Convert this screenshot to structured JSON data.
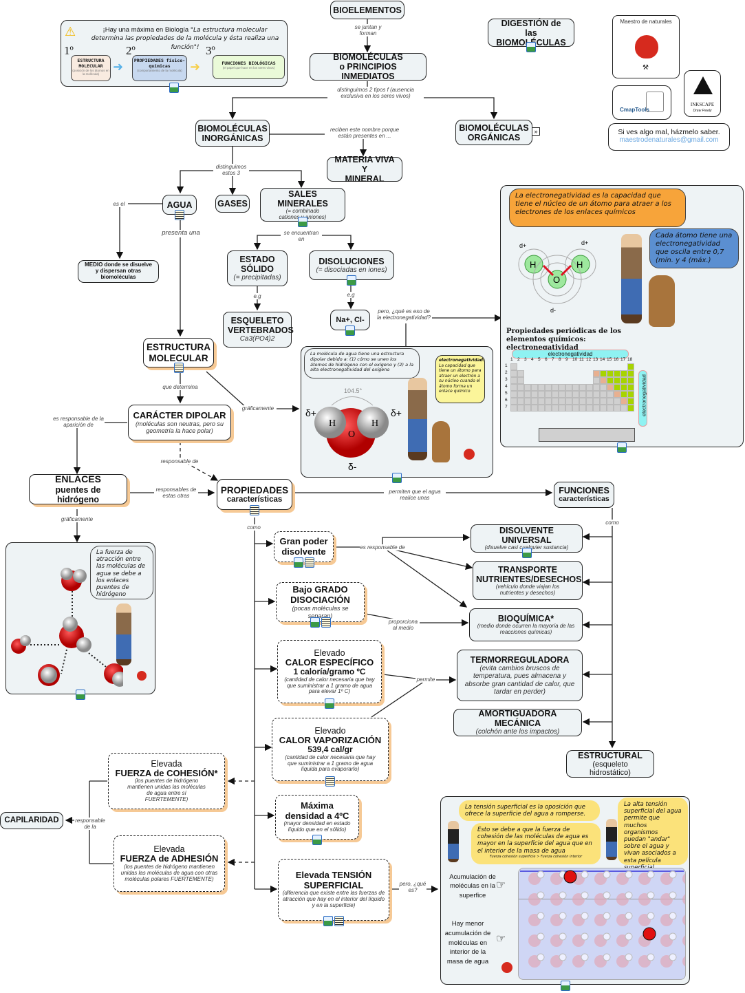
{
  "header_note": {
    "intro": "¡Hay una máxima en Biología",
    "quote": "\"La estructura molecular determina las propiedades de la molécula y ésta realiza una función\"!",
    "steps": [
      {
        "ordinal": "1º",
        "title": "ESTRUCTURA MOLECULAR",
        "note": "(posición de los átomos en la molécula)"
      },
      {
        "ordinal": "2º",
        "title": "PROPIEDADES físico-químicas",
        "note": "(comportamiento de la molécula)"
      },
      {
        "ordinal": "3º",
        "title": "FUNCIONES BIOLÓGICAS",
        "note": "(el papel que hace en los seres vivos)"
      }
    ]
  },
  "nodes": {
    "bioelementos": "BIOELEMENTOS",
    "biomoleculas": [
      "BIOMOLÉCULAS",
      "o PRINCIPIOS INMEDIATOS"
    ],
    "digestion": [
      "DIGESTIÓN de",
      "las BIOMOLÉCULAS"
    ],
    "inorganicas": [
      "BIOMOLÉCULAS",
      "INORGÁNICAS"
    ],
    "organicas": [
      "BIOMOLÉCULAS",
      "ORGÁNICAS"
    ],
    "materia": [
      "MATERIA VIVA Y",
      "MINERAL"
    ],
    "agua": "AGUA",
    "gases": "GASES",
    "sales": {
      "title": "SALES MINERALES",
      "sub": "(= combinado cationes y aniones)"
    },
    "medio": "MEDIO donde se disuelve y dispersan otras biomoléculas",
    "solido": {
      "title": "ESTADO SÓLIDO",
      "sub": "(= precipitadas)"
    },
    "disoluciones": {
      "title": "DISOLUCIONES",
      "sub": "(= disociadas en iones)"
    },
    "esqueleto": {
      "title": "ESQUELETO VERTEBRADOS",
      "sub": "Ca3(PO4)2"
    },
    "nacl": "Na+, Cl-",
    "estructura": [
      "ESTRUCTURA",
      "MOLECULAR"
    ],
    "dipolar": {
      "title": "CARÁCTER DIPOLAR",
      "sub": "(moléculas son neutras, pero su geometría la hace polar)"
    },
    "enlaces": {
      "title": "ENLACES",
      "sub": "puentes de hidrógeno"
    },
    "propiedades": {
      "title": "PROPIEDADES",
      "sub": "características"
    },
    "funciones": {
      "title": "FUNCIONES",
      "sub": "características"
    },
    "disolvente_poder": [
      "Gran poder",
      "disolvente"
    ],
    "disociacion": {
      "title1": "Bajo GRADO",
      "title2": "DISOCIACIÓN",
      "sub": "(pocas moléculas se separan)"
    },
    "calor_esp": {
      "pre": "Elevado",
      "title": "CALOR ESPECÍFICO",
      "value": "1 caloría/gramo ºC",
      "sub": "(cantidad de calor necesaria que hay que suministrar a 1 gramo de agua para elevar 1º C)"
    },
    "calor_vap": {
      "pre": "Elevado",
      "title": "CALOR VAPORIZACIÓN",
      "value": "539,4 cal/gr",
      "sub": "(cantidad de calor necesaria que hay que suministrar a 1 gramo de agua líquida para evaporarlo)"
    },
    "densidad": {
      "title1": "Máxima",
      "title2": "densidad a 4ºC",
      "sub": "(mayor densidad en estado líquido que en el sólido)"
    },
    "tension": {
      "title1": "Elevada TENSIÓN",
      "title2": "SUPERFICIAL",
      "sub": "(diferencia que existe entre las fuerzas de atracción que hay en el interior del líquido y en la superficie)"
    },
    "cohesion": {
      "pre": "Elevada",
      "title": "FUERZA de COHESIÓN*",
      "sub": "(los puentes de hidrógeno mantienen unidas las moléculas de agua entre sí FUERTEMENTE)"
    },
    "adhesion": {
      "pre": "Elevada",
      "title": "FUERZA de ADHESIÓN",
      "sub": "(los puentes de hidrógeno mantienen unidas las moléculas de agua con otras moléculas polares FUERTEMENTE)"
    },
    "capilaridad": "CAPILARIDAD",
    "disolvente_univ": {
      "title": "DISOLVENTE UNIVERSAL",
      "sub": "(disuelve casi cualquier sustancia)"
    },
    "transporte": {
      "title": "TRANSPORTE NUTRIENTES/DESECHOS",
      "sub": "(vehículo donde viajan los nutrientes y desechos)"
    },
    "bioquimica": {
      "title": "BIOQUÍMICA*",
      "sub": "(medio donde ocurren la mayoría de las reacciones químicas)"
    },
    "termo": {
      "title": "TERMORREGULADORA",
      "sub": "(evita cambios bruscos de temperatura, pues almacena y absorbe gran cantidad de calor, que tardar en perder)"
    },
    "amortiguadora": {
      "title": "AMORTIGUADORA MECÁNICA",
      "sub": "(colchón ante los impactos)"
    },
    "estructural": {
      "title": "ESTRUCTURAL",
      "sub": "(esqueleto hidrostático)"
    }
  },
  "links": {
    "se_juntan": "se juntan y forman",
    "distinguimos2": "distinguimos 2 tipos f (ausencia exclusiva en los seres vivos)",
    "reciben": "reciben este nombre porque están presentes en ...",
    "distinguimos3": "distinguimos estos 3",
    "es_el": "es el",
    "presenta": "presenta una",
    "se_encuentran": "se encuentran en",
    "eg1": "e.g",
    "eg2": "e.g",
    "pero_eso": "pero, ¿qué es eso de la electronegatividad?",
    "que_determina": "que determina",
    "graficamente1": "gráficamente",
    "es_responsable_aparicion": "es responsable de la aparición de",
    "responsable_de": "responsable de",
    "responsables_otras": "responsables de estas otras",
    "graficamente2": "gráficamente",
    "permiten": "permiten que el agua realice unas",
    "como1": "como",
    "como2": "como",
    "es_responsable_de": "es responsable de",
    "proporciona": "proporciona al medio",
    "permite": "permite",
    "responsable_la": "responsable de la",
    "pero_que_es": "pero, ¿qué es?"
  },
  "credits": {
    "logo_text": "Maestro de naturales",
    "cmap": "CmapTools",
    "inkscape": "INKSCAPE",
    "inkscape_sub": "Draw Freely",
    "feedback": "Si ves algo mal, házmelo saber.",
    "email": "maestrodenaturales@gmail.com"
  },
  "electroneg_panel": {
    "bubble1": "La electronegatividad es la capacidad que tiene el núcleo de un átomo para atraer a los electrones de los enlaces químicos",
    "bubble2": "Cada átomo tiene una electronegatividad que oscila entre 0,7 (mín. y 4 (máx.)",
    "d_plus": "d+",
    "d_minus": "d-",
    "h": "H",
    "o": "O",
    "table_title": "Propiedades periódicas de los elementos químicos: electronegatividad",
    "arrow_label": "electronegatividad",
    "groups": [
      "1",
      "2",
      "3",
      "4",
      "5",
      "6",
      "7",
      "8",
      "9",
      "10",
      "11",
      "12",
      "13",
      "14",
      "15",
      "16",
      "17",
      "18"
    ],
    "periods": [
      "1",
      "2",
      "3",
      "4",
      "5",
      "6",
      "7"
    ]
  },
  "dipole_panel": {
    "bubble": "La molécula de agua tiene una estructura dipolar debido a: (1) cómo se unen los átomos de hidrógeno con el oxígeno y (2) a la alta electronegatividad del oxígeno",
    "note_title": "electronegatividad:",
    "note_body": "La capacidad que tiene un átomo para atraer un electrón a su núcleo cuando el átomo forma un enlace químico",
    "angle": "104.5°",
    "delta_plus": "δ+",
    "delta_minus": "δ-",
    "h": "H",
    "o": "O"
  },
  "hbond_panel": {
    "bubble": "La fuerza de atracción entre las moléculas de agua se debe a los enlaces puentes de hidrógeno"
  },
  "tension_panel": {
    "bubble1": "La tensión superficial es la oposición que ofrece la superficie del agua a romperse.",
    "bubble2": "Esto se debe a que la fuerza de cohesión de las moléculas de agua es mayor en la superficie del agua que en el interior de la masa de agua",
    "formula": "Fuerza cohesión superficie > Fuerza cohesión interior",
    "bubble3": "La alta tensión superficial del agua permite que muchos organismos puedan \"andar\" sobre el agua y vivan asociados a esta película superficial.",
    "label_top": "Acumulación de moléculas en la superfice",
    "label_bottom": "Hay menor acumulación de moléculas en interior de la masa de agua"
  },
  "colors": {
    "node_fill": "#eef3f5",
    "shadow": "#f6c995",
    "orange_bubble": "#f7a43a",
    "blue_bubble": "#5b8fd1",
    "yellow_bubble": "#fbe27a",
    "paw_red": "#d62a1e",
    "email": "#6aa7e0"
  }
}
